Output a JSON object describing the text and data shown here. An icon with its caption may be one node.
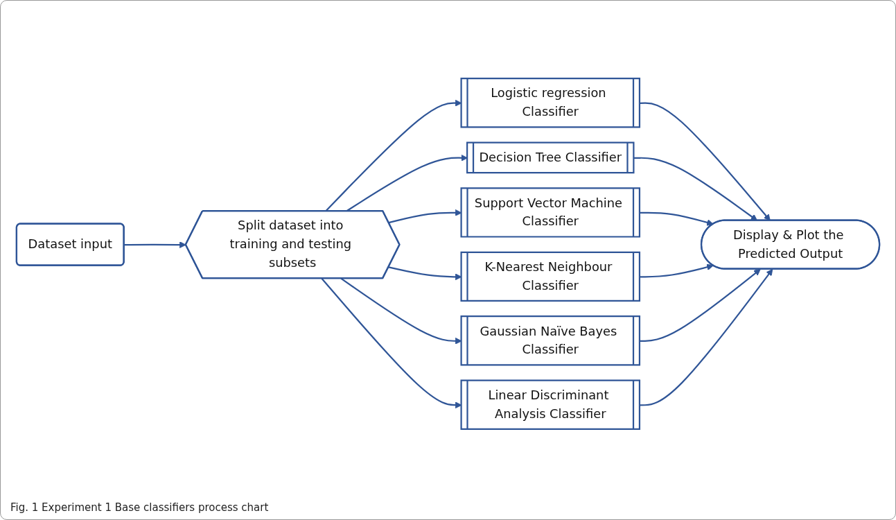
{
  "diagram": {
    "caption": "Fig. 1 Experiment 1 Base classifiers process chart",
    "nodes": [
      {
        "text": [
          "Dataset input"
        ]
      },
      {
        "text": [
          "Split dataset into training and testing subsets"
        ]
      },
      {
        "text": [
          "Logistic regression Classifier"
        ]
      },
      {
        "text": [
          "Decision Tree Classifier"
        ]
      },
      {
        "text": [
          "Support Vector Machine Classifier"
        ]
      },
      {
        "text": [
          "K-Nearest Neighbour Classifier"
        ]
      },
      {
        "text": [
          "Gaussian Naïve Bayes Classifier"
        ]
      },
      {
        "text": [
          "Linear Discriminant Analysis Classifier"
        ]
      },
      {
        "text": [
          "Display & Plot the Predicted Output"
        ]
      }
    ],
    "edges": [
      {
        "from": 0,
        "to": 1,
        "arrow": "to"
      },
      {
        "from": 1,
        "to": 2,
        "arrow": "to"
      },
      {
        "from": 1,
        "to": 3,
        "arrow": "to"
      },
      {
        "from": 1,
        "to": 4,
        "arrow": "to"
      },
      {
        "from": 1,
        "to": 5,
        "arrow": "to"
      },
      {
        "from": 1,
        "to": 6,
        "arrow": "to"
      },
      {
        "from": 1,
        "to": 7,
        "arrow": "to"
      },
      {
        "from": 2,
        "to": 8,
        "arrow": "to"
      },
      {
        "from": 3,
        "to": 8,
        "arrow": "to"
      },
      {
        "from": 4,
        "to": 8,
        "arrow": "to"
      },
      {
        "from": 5,
        "to": 8,
        "arrow": "to"
      },
      {
        "from": 6,
        "to": 8,
        "arrow": "to"
      },
      {
        "from": 7,
        "to": 8,
        "arrow": "to"
      }
    ]
  }
}
